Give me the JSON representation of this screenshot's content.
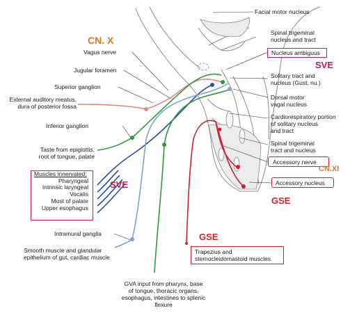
{
  "labels": {
    "facial_motor_nucleus": "Facial motor nucleus",
    "spinal_trigeminal_nucleus_tract": "Spinal trigeminal\nnucleus and tract",
    "nucleus_ambiguus": "Nucleus ambiguus",
    "solitary_tract": "Solitary tract and\nnucleus (Gust. nu.)",
    "dorsal_motor_vagal": "Dorsal motor\nvagal nucleus",
    "cardiorespiratory": "Cardiorespiratory portion\nof solitary nucleus\nand tract",
    "spinal_trigeminal_tract_nucleus": "Spinal trigeminal\ntract and nucleus",
    "accessory_nerve": "Accessory nerve",
    "accessory_nucleus": "Accessory nucleus",
    "vagus_nerve": "Vagus nerve",
    "jugular_foramen": "Jugular foramen",
    "superior_ganglion": "Superior ganglion",
    "external_auditory": "External auditory meatus,\ndura of posterior fossa",
    "inferior_ganglion": "Inferior ganglion",
    "taste": "Taste from epiglottis,\nroot of tongue, palate",
    "intramural_ganglia": "Intramural ganglia",
    "smooth_muscle": "Smooth muscle and glandular\nepithelium of gut, cardiac muscle",
    "trapezius": "Trapezius and\nsternocleidomastoid muscles",
    "gva_input": "GVA input from pharynx, base\nof tongue, thoracic organs,\nesophagus, intestines to splenic\nflexure"
  },
  "muscles_box": {
    "header": "Muscles innervated:",
    "items": [
      "Pharyngeal",
      "Intrinsic laryngeal",
      "Vocalis",
      "Most of palate",
      "Upper esophagus"
    ]
  },
  "tags": {
    "cn_x": "CN. X",
    "cn_xi": "CN.XI",
    "sve_top": "SVE",
    "sve_left": "SVE",
    "gse_right": "GSE",
    "gse_bottom": "GSE"
  },
  "colors": {
    "sve": "#d4164f",
    "gse": "#d0202a",
    "cn_orange": "#e8731c",
    "gve_blue": "#2a4fa0",
    "gva_green": "#2f9a3a",
    "gsa_pink": "#d98a8a",
    "light_blue": "#7fa1d8"
  }
}
